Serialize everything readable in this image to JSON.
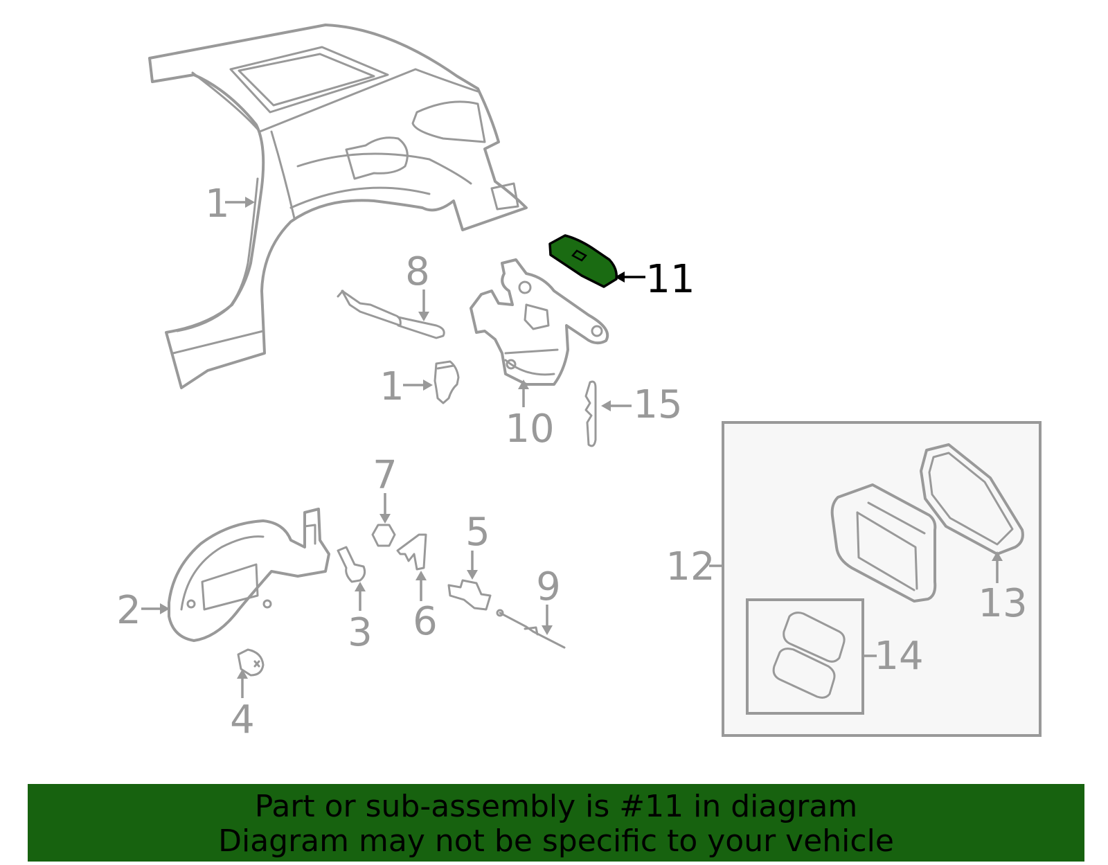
{
  "callouts": {
    "c1_top": "1",
    "c1_clip": "1",
    "c2": "2",
    "c3": "3",
    "c4": "4",
    "c5": "5",
    "c6": "6",
    "c7": "7",
    "c8": "8",
    "c9": "9",
    "c10": "10",
    "c11": "11",
    "c12": "12",
    "c13": "13",
    "c14": "14",
    "c15": "15"
  },
  "highlighted_part": "11",
  "colors": {
    "outline": "#999999",
    "highlight_fill": "#1a6b12",
    "banner_bg": "#17620f",
    "active_label": "#000000"
  },
  "banner": {
    "line1": "Part or sub-assembly is #11 in diagram",
    "line2": "Diagram may not be specific to your vehicle"
  }
}
